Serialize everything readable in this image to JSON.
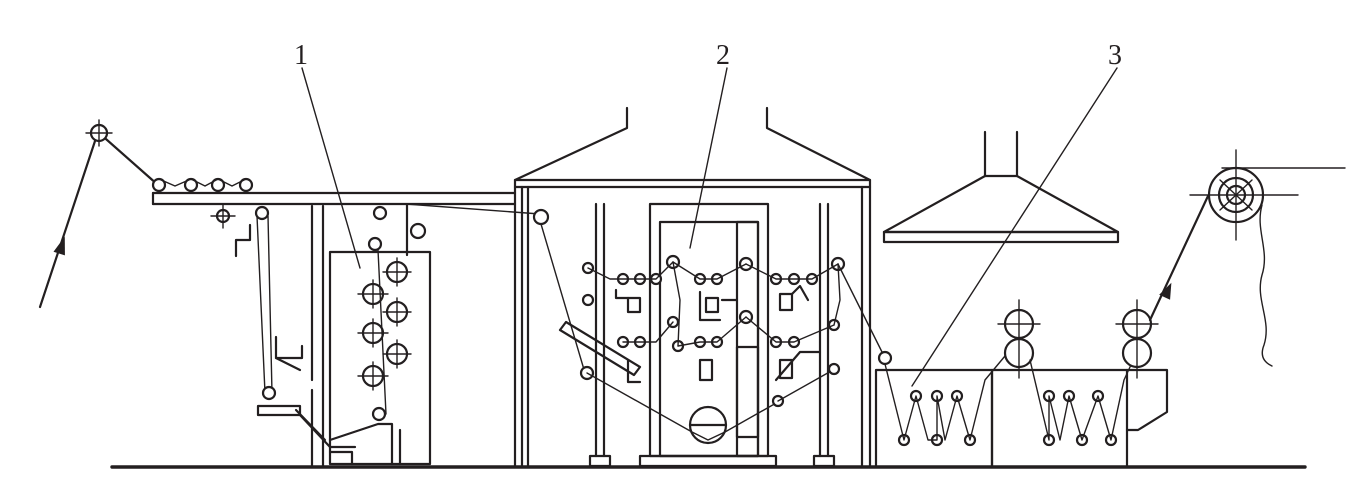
{
  "labels": [
    {
      "id": "1",
      "text": "1"
    },
    {
      "id": "2",
      "text": "2"
    },
    {
      "id": "3",
      "text": "3"
    }
  ],
  "colors": {
    "ink": "#231f20",
    "background": "#ffffff"
  }
}
